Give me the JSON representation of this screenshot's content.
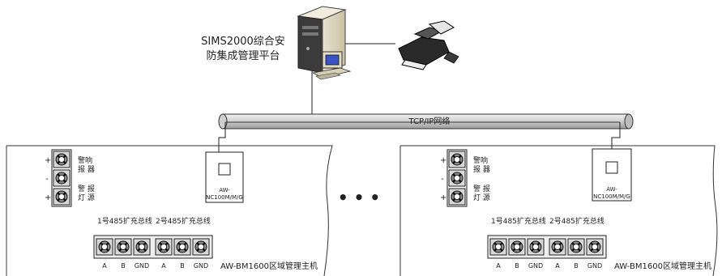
{
  "platform": {
    "line1": "SIMS2000综合安",
    "line2": "防集成管理平台"
  },
  "network": {
    "label": "TCP/IP网络"
  },
  "ellipsis": "• • •",
  "panels": [
    {
      "module_text1": "AW-",
      "module_text2": "NC100M/M/G",
      "relay_labels": [
        {
          "sign": "+",
          "top": "警响",
          "bottom": "报 器"
        },
        {
          "sign": "-",
          "top": "",
          "bottom": ""
        },
        {
          "sign": "+",
          "top": "警 报",
          "bottom": "灯 源"
        }
      ],
      "bus1": "1号485扩充总线",
      "bus2": "2号485扩充总线",
      "terminals": [
        "A",
        "B",
        "GND",
        "A",
        "B",
        "GND"
      ],
      "controller": "AW-BM1600区域管理主机"
    },
    {
      "module_text1": "AW-",
      "module_text2": "NC100M/M/G",
      "relay_labels": [
        {
          "sign": "+",
          "top": "警响",
          "bottom": "报 器"
        },
        {
          "sign": "-",
          "top": "",
          "bottom": ""
        },
        {
          "sign": "+",
          "top": "警 报",
          "bottom": "灯 源"
        }
      ],
      "bus1": "1号485扩充总线",
      "bus2": "2号485扩充总线",
      "terminals": [
        "A",
        "B",
        "GND",
        "A",
        "B",
        "GND"
      ],
      "controller": "AW-BM1600区域管理主机"
    }
  ]
}
